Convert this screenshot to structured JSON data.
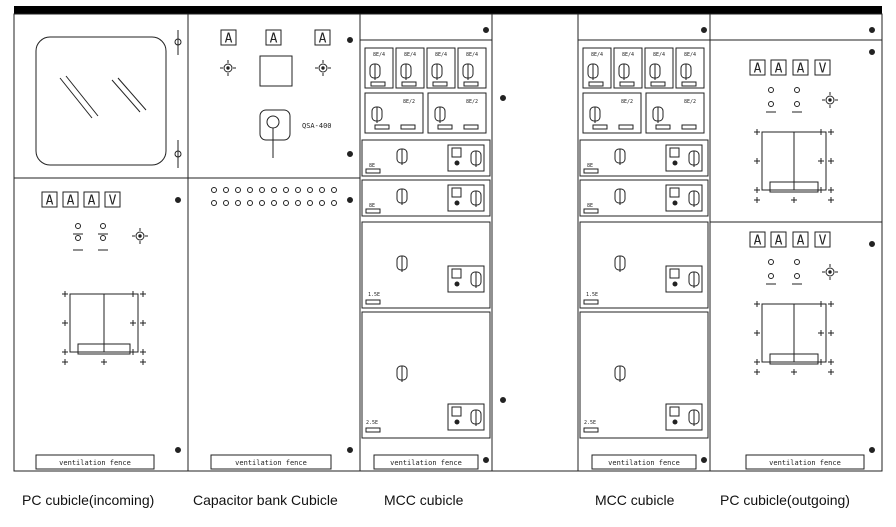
{
  "sections": {
    "pc_incoming": "PC cubicle(incoming)",
    "capacitor": "Capacitor bank Cubicle",
    "mcc_left": "MCC cubicle",
    "mcc_right": "MCC cubicle",
    "pc_outgoing": "PC cubicle(outgoing)"
  },
  "meter_labels": {
    "ammeter": "A",
    "voltmeter": "V"
  },
  "ventilation_label": "ventilation fence",
  "capacitor_switch_label": "QSA-400",
  "mcc_drawer_tags": {
    "quarter": "8E/4",
    "half": "8E/2",
    "one": "8E",
    "one_and_half": "1.5E",
    "two": "2.5E"
  },
  "colors": {
    "line": "#222222",
    "top_bar": "#000000",
    "background": "#ffffff"
  }
}
